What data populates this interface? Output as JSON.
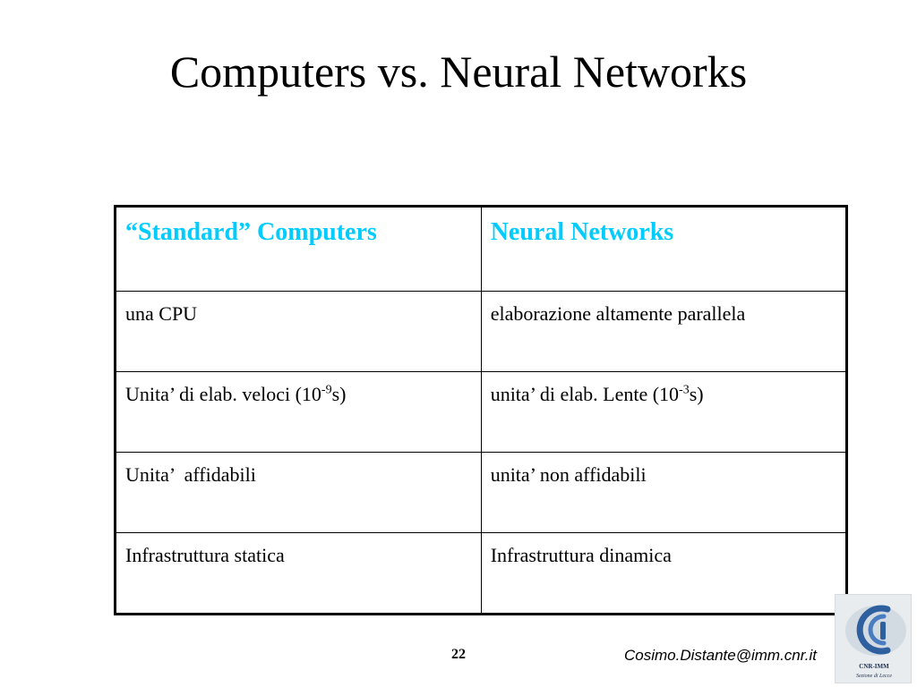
{
  "slide": {
    "title": "Computers vs. Neural Networks"
  },
  "table": {
    "headers": [
      "“Standard” Computers",
      "Neural Networks"
    ],
    "rows": [
      {
        "left": {
          "text": "una CPU",
          "exp": "",
          "after": ""
        },
        "right": {
          "text": "elaborazione altamente parallela",
          "exp": "",
          "after": ""
        }
      },
      {
        "left": {
          "text": "Unita’ di elab. veloci (10",
          "exp": "-9",
          "after": "s)"
        },
        "right": {
          "text": "unita’ di elab. Lente (10",
          "exp": "-3",
          "after": "s)"
        }
      },
      {
        "left": {
          "text": "Unita’  affidabili",
          "exp": "",
          "after": ""
        },
        "right": {
          "text": "unita’ non affidabili",
          "exp": "",
          "after": ""
        }
      },
      {
        "left": {
          "text": "Infrastruttura statica",
          "exp": "",
          "after": ""
        },
        "right": {
          "text": "Infrastruttura dinamica",
          "exp": "",
          "after": ""
        }
      }
    ]
  },
  "footer": {
    "page_number": "22",
    "email": "Cosimo.Distante@imm.cnr.it"
  },
  "logo": {
    "line1": "CNR-IMM",
    "line2": "Sezione di Lecce"
  },
  "colors": {
    "header_text": "#00ccff",
    "logo_blue": "#2e5f9e",
    "logo_background": "#e8ecef"
  }
}
